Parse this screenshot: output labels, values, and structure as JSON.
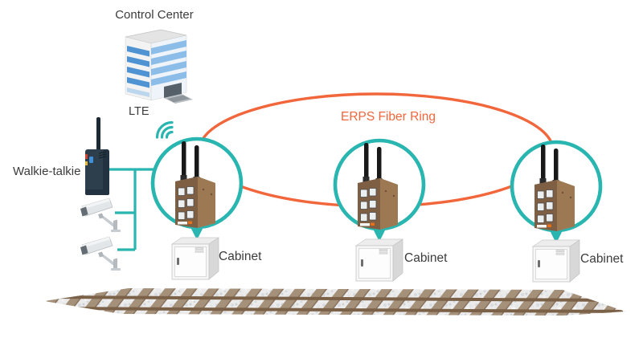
{
  "colors": {
    "teal": "#29b5b0",
    "orange": "#f2663c",
    "text": "#3c3c3c"
  },
  "labels": {
    "control_center": "Control Center",
    "lte": "LTE",
    "walkie_talkie": "Walkie-talkie",
    "erps_fiber_ring": "ERPS Fiber Ring"
  },
  "cabinets": [
    {
      "label": "Cabinet"
    },
    {
      "label": "Cabinet"
    },
    {
      "label": "Cabinet"
    }
  ],
  "icons": {
    "building": "control-center-building-icon",
    "wifi": "lte-wifi-signal-icon",
    "walkie_talkie": "walkie-talkie-icon",
    "camera": "cctv-camera-icon",
    "router": "cellular-router-icon",
    "cabinet": "cabinet-icon",
    "railway": "railway-track-icon"
  }
}
